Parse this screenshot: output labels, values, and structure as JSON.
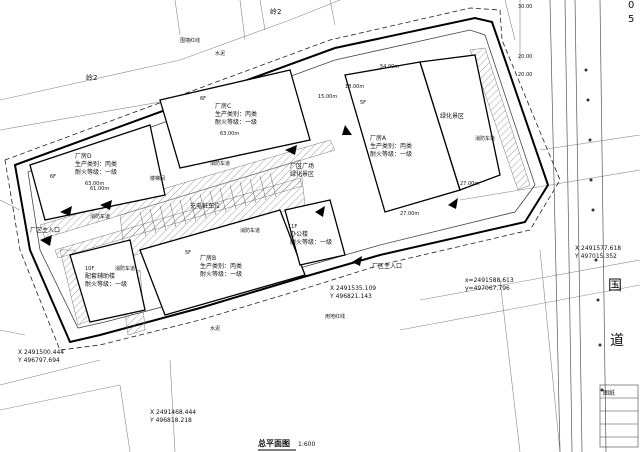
{
  "roads": {
    "north_label": "岭2",
    "west_label": "岭2",
    "national_road": [
      "国",
      "道"
    ],
    "side_marks": [
      "0",
      "5"
    ]
  },
  "buildings": {
    "factory_a": {
      "name": "厂房A",
      "line1": "生产类别：丙类",
      "line2": "耐火等级：一级",
      "floors": "5F"
    },
    "factory_b": {
      "name": "厂房B",
      "line1": "生产类别：丙类",
      "line2": "耐火等级：一级",
      "floors": "5F"
    },
    "factory_c": {
      "name": "厂房C",
      "line1": "生产类别：丙类",
      "line2": "耐火等级：一级",
      "floors": "6F"
    },
    "factory_d": {
      "name": "厂房D",
      "line1": "生产类别：丙类",
      "line2": "耐火等级：一级",
      "floors": "6F"
    },
    "dorm": {
      "name": "配套辅助楼",
      "line2": "耐火等级：一级",
      "floors": "10F"
    },
    "office": {
      "name": "办公楼",
      "line2": "耐火等级：一级",
      "floors": "11F"
    }
  },
  "areas": {
    "plaza": [
      "厂区广场",
      "绿化景区"
    ],
    "green": "绿化景区",
    "parking": "充电桩车位",
    "stair": "楼梯间"
  },
  "fire_lanes": [
    "消防车道",
    "消防车道",
    "消防车道",
    "消防车道",
    "消防车道"
  ],
  "entrances": {
    "main": "厂区主入口",
    "side": "厂区主入口"
  },
  "coords": [
    {
      "x": "X 2491535.109",
      "y": "Y 496821.143"
    },
    {
      "x": "X 2491577.618",
      "y": "Y 497015.352"
    },
    {
      "x": "X 2491500.444",
      "y": "Y 496797.694"
    },
    {
      "x": "X 2491468.444",
      "y": "Y 496818.218"
    },
    {
      "x": "x=2491588.613",
      "y": "y=497067.796"
    }
  ],
  "dims": [
    "63.00m",
    "54.00m",
    "61.00m",
    "63.00m",
    "27.00m",
    "27.00m",
    "18.00m",
    "15.00m",
    "20.00",
    "20.00",
    "30.00"
  ],
  "notes": [
    "水泥",
    "围墙红线",
    "水泥",
    "用地红线"
  ],
  "title": "总平面图",
  "scale": "1:600",
  "title_block": "图纸"
}
